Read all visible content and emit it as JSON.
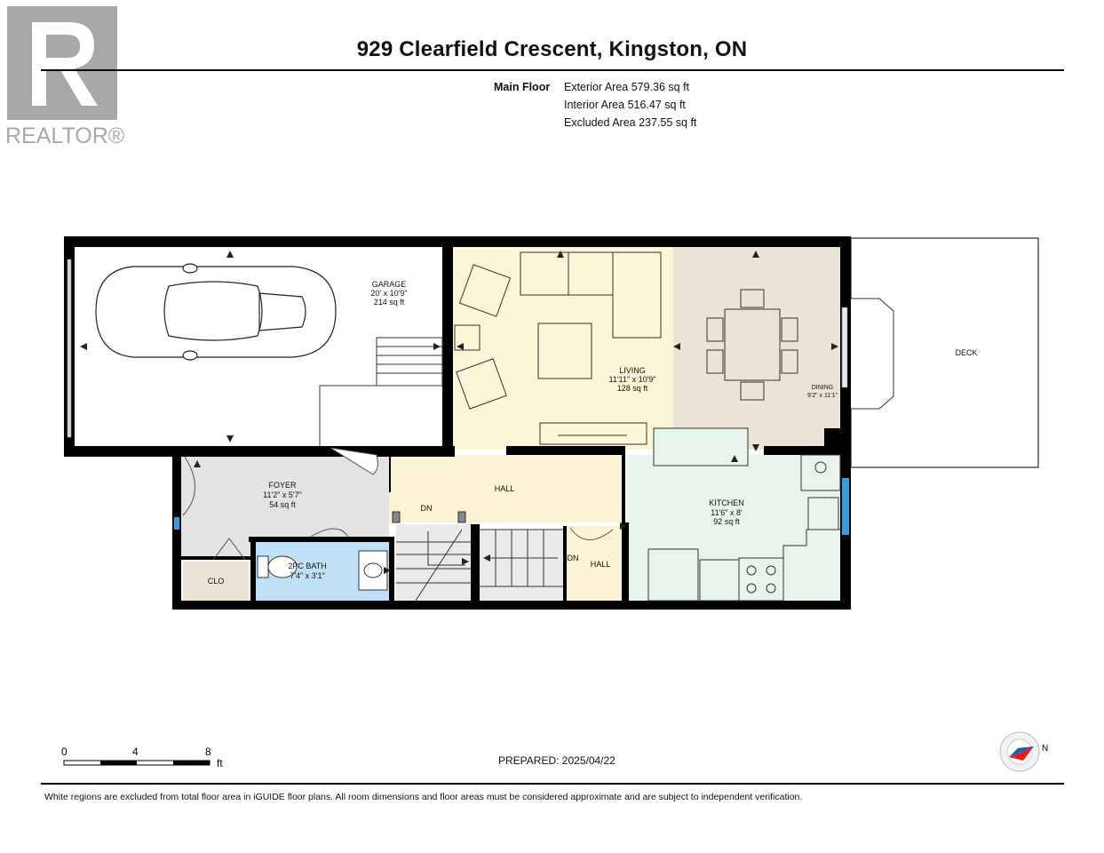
{
  "logo": {
    "wordmark": "REALTOR®",
    "icon": "realtor-r-logo-icon"
  },
  "title": "929 Clearfield Crescent, Kingston, ON",
  "floor": {
    "label": "Main Floor",
    "areas": [
      "Exterior Area 579.36 sq ft",
      "Interior Area 516.47 sq ft",
      "Excluded Area 237.55 sq ft"
    ]
  },
  "rooms": {
    "garage": {
      "name": "GARAGE",
      "dims": "20' x 10'9\"",
      "area": "214 sq ft"
    },
    "living": {
      "name": "LIVING",
      "dims": "11'11\" x 10'9\"",
      "area": "128 sq ft"
    },
    "dining": {
      "name": "DINING",
      "dims": "9'2\" x 11'1\""
    },
    "deck": {
      "name": "DECK"
    },
    "foyer": {
      "name": "FOYER",
      "dims": "11'2\" x 5'7\"",
      "area": "54 sq ft"
    },
    "hall_main": {
      "name": "HALL"
    },
    "hall_small": {
      "name": "HALL"
    },
    "kitchen": {
      "name": "KITCHEN",
      "dims": "11'6\" x 8'",
      "area": "92 sq ft"
    },
    "bath": {
      "name": "2PC BATH",
      "dims": "7'4\" x 3'1\""
    },
    "closet": {
      "name": "CLO"
    },
    "stairs_left": {
      "label": "DN"
    },
    "stairs_right": {
      "label": "DN"
    }
  },
  "colors": {
    "living": "#fbf6d8",
    "dining": "#ebe3d6",
    "foyer": "#e3e3e3",
    "hall": "#fbf3d4",
    "kitchen": "#e6f4ea",
    "bath": "#bfe1f7",
    "closet": "#ebe3d6",
    "stairs": "#eaeaea",
    "window": "#3a9bd9"
  },
  "scale": {
    "ticks": [
      "0",
      "4",
      "8"
    ],
    "unit": "ft"
  },
  "compass": {
    "label": "N",
    "icon": "north-compass-icon"
  },
  "prepared": "PREPARED: 2025/04/22",
  "disclaimer": "White regions are excluded from total floor area in iGUIDE floor plans. All room dimensions and floor areas must be considered approximate and are subject to independent verification."
}
